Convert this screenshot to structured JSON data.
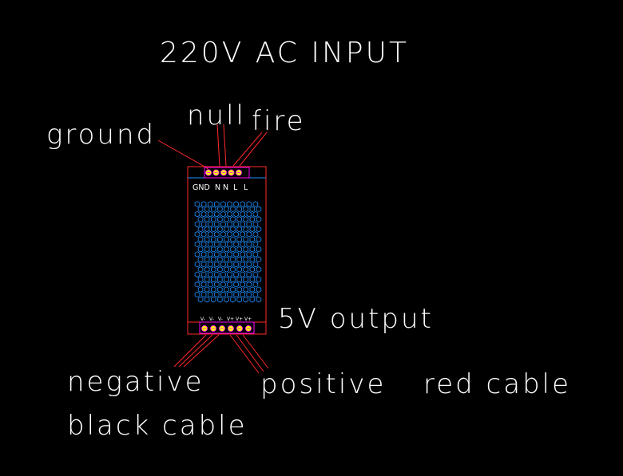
{
  "title": "220V AC INPUT",
  "labels": {
    "ground": "ground",
    "null": "null",
    "fire": "fire",
    "output": "5V output",
    "negative": "negative",
    "black_cable": "black cable",
    "positive": "positive",
    "red_cable": "red cable"
  },
  "top_terminals": [
    "GND",
    "N",
    "N",
    "L",
    "L"
  ],
  "bottom_terminals": [
    "V-",
    "V-",
    "V-",
    "V+",
    "V+",
    "V+"
  ],
  "colors": {
    "outline": "#ff2a2a",
    "terminal_fill": "#ffff00",
    "terminal_frame": "#ff00ff",
    "vent": "#1e90ff",
    "divider": "#1e90ff",
    "text": "#ffffff",
    "terminal_text": "#ffffff"
  }
}
